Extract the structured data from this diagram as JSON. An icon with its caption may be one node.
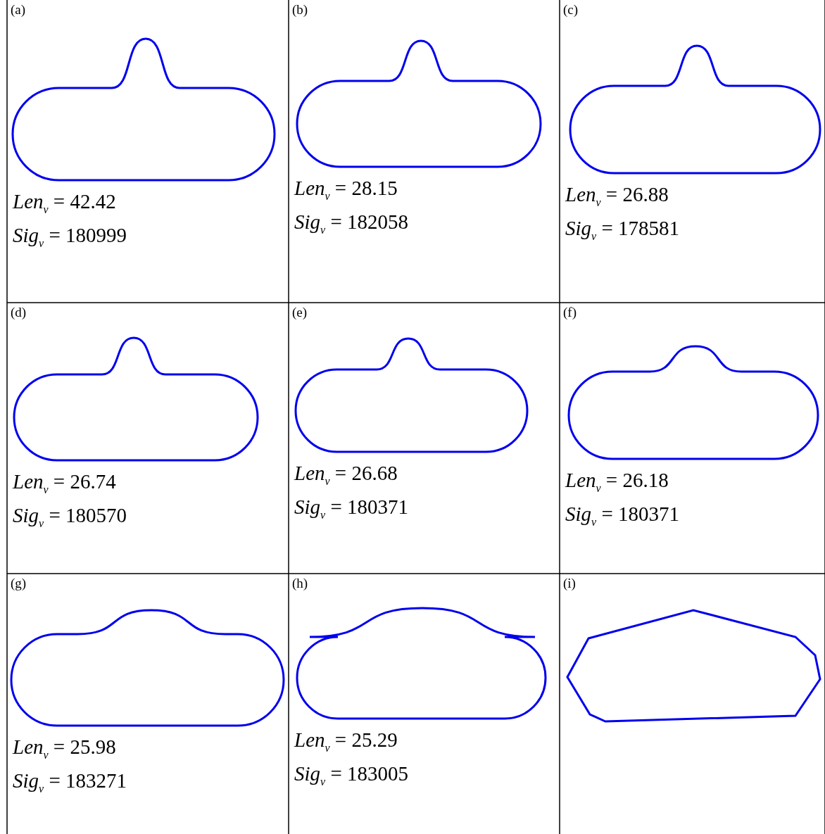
{
  "diagram": {
    "labels": [
      "(a)",
      "*Len*$_{v}$ = 42.42",
      "*Sig*$_{v}$ = 180999",
      "(b)",
      "*Len*$_{v}$ = 28.15",
      "*Sig*$_{v}$ = 182058",
      "(c)",
      "*Len*$_{v}$ = 26.88",
      "*Sig*$_{v}$ = 178581",
      "(d)",
      "*Len*$_{v}$ = 26.74",
      "*Sig*$_{v}$ = 180570",
      "(e)",
      "*Len*$_{v}$ = 26.68",
      "*Sig*$_{v}$ = 180371",
      "(f)",
      "*Len*$_{v}$ = 26.18",
      "*Sig*$_{v}$ = 180371",
      "(g)",
      "*Len*$_{v}$ = 25.98",
      "*Sig*$_{v}$ = 183271",
      "(h)",
      "*Len*$_{v}$ = 25.29",
      "*Sig*$_{v}$ = 183005",
      "(i)"
    ]
  }
}
